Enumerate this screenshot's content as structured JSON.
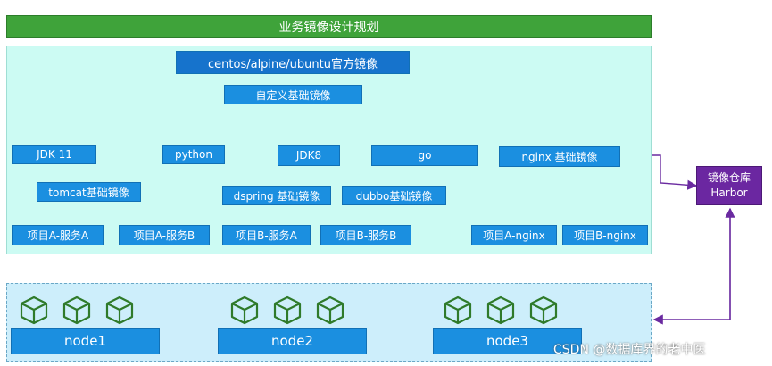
{
  "title": "业务镜像设计规划",
  "nodes": {
    "official": "centos/alpine/ubuntu官方镜像",
    "custom_base": "自定义基础镜像",
    "jdk11": "JDK 11",
    "python": "python",
    "jdk8": "JDK8",
    "go": "go",
    "nginx_base": "nginx 基础镜像",
    "tomcat_base": "tomcat基础镜像",
    "dspring_base": "dspring 基础镜像",
    "dubbo_base": "dubbo基础镜像",
    "projA_svcA": "项目A-服务A",
    "projA_svcB": "项目A-服务B",
    "projB_svcA": "项目B-服务A",
    "projB_svcB": "项目B-服务B",
    "projA_nginx": "项目A-nginx",
    "projB_nginx": "项目B-nginx"
  },
  "harbor": {
    "line1": "镜像仓库",
    "line2": "Harbor"
  },
  "cluster_nodes": [
    "node1",
    "node2",
    "node3"
  ],
  "watermark": "CSDN @数据库界的老中医",
  "colors": {
    "title_bar": "#3fa33a",
    "box": "#1b8fe0",
    "harbor": "#6b27a1",
    "arrow": "#6a2aa0"
  }
}
